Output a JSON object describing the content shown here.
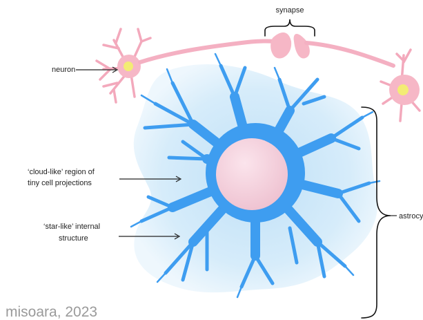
{
  "labels": {
    "synapse": "synapse",
    "neuron": "neuron",
    "cloud_line1": "‘cloud-like’ region of",
    "cloud_line2": "tiny cell projections",
    "star_line1": "‘star-like’ internal",
    "star_line2": "structure",
    "astrocyte": "astrocyte"
  },
  "credit": "misoara, 2023",
  "colors": {
    "neuron_body": "#f6b7c6",
    "neuron_nucleus": "#f3ec74",
    "astrocyte_star": "#3e9df0",
    "astrocyte_cloud": "#c9e6f8",
    "astrocyte_nucleus": "#f3cfdb"
  }
}
